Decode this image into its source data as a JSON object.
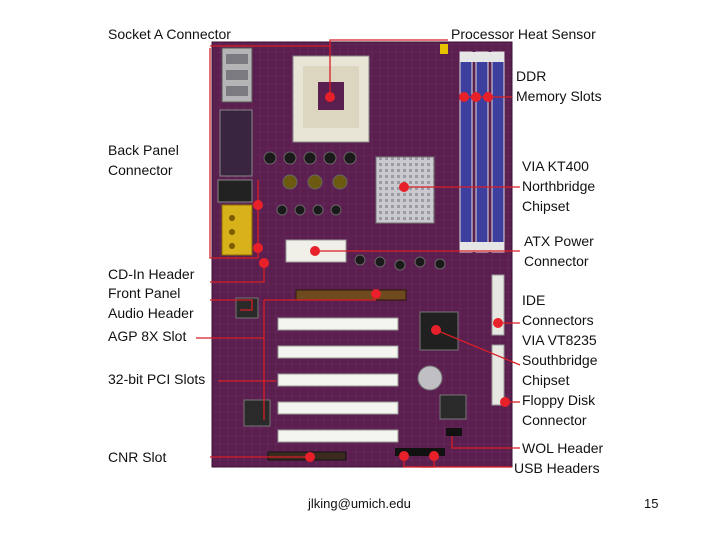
{
  "labels": {
    "socket_a": "Socket A Connector",
    "heat_sensor": "Processor Heat Sensor",
    "ddr": "DDR\nMemory Slots",
    "back_panel": "Back Panel\nConnector",
    "northbridge": "VIA KT400\nNorthbridge\nChipset",
    "atx_power": "ATX Power\nConnector",
    "cd_in": "CD-In Header",
    "front_audio": "Front Panel\nAudio Header",
    "agp": "AGP 8X Slot",
    "ide": "IDE\nConnectors",
    "southbridge": "VIA VT8235\nSouthbridge\nChipset",
    "pci": "32-bit PCI Slots",
    "floppy": "Floppy Disk\nConnector",
    "wol": "WOL Header",
    "cnr": "CNR Slot",
    "usb": "USB Headers"
  },
  "footer": {
    "email": "jlking@umich.edu",
    "page_number": "15"
  },
  "colors": {
    "pcb": "#5a1f4e",
    "leader": "#d81f26",
    "marker": "#e8202a"
  }
}
